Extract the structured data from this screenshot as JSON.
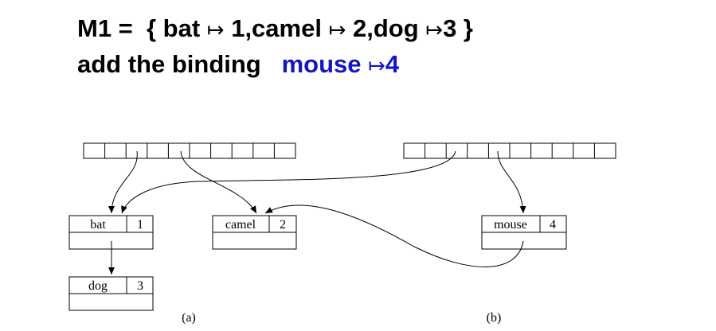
{
  "heading": {
    "m1_prefix": "M1 =  { bat ",
    "bat_arrow": "↦",
    "after_bat": " 1,camel ",
    "camel_arrow": "↦",
    "after_camel": " 2,dog ",
    "dog_arrow": "↦",
    "after_dog": "3 }"
  },
  "subheading": {
    "prefix": "add the binding   ",
    "key": "mouse ",
    "arrow": "↦",
    "value": "4"
  },
  "diagram_a": {
    "caption": "(a)",
    "cells": 10,
    "entries": {
      "bat": {
        "key": "bat",
        "value": "1"
      },
      "camel": {
        "key": "camel",
        "value": "2"
      },
      "dog": {
        "key": "dog",
        "value": "3"
      }
    }
  },
  "diagram_b": {
    "caption": "(b)",
    "cells": 10,
    "entries": {
      "mouse": {
        "key": "mouse",
        "value": "4"
      }
    }
  }
}
